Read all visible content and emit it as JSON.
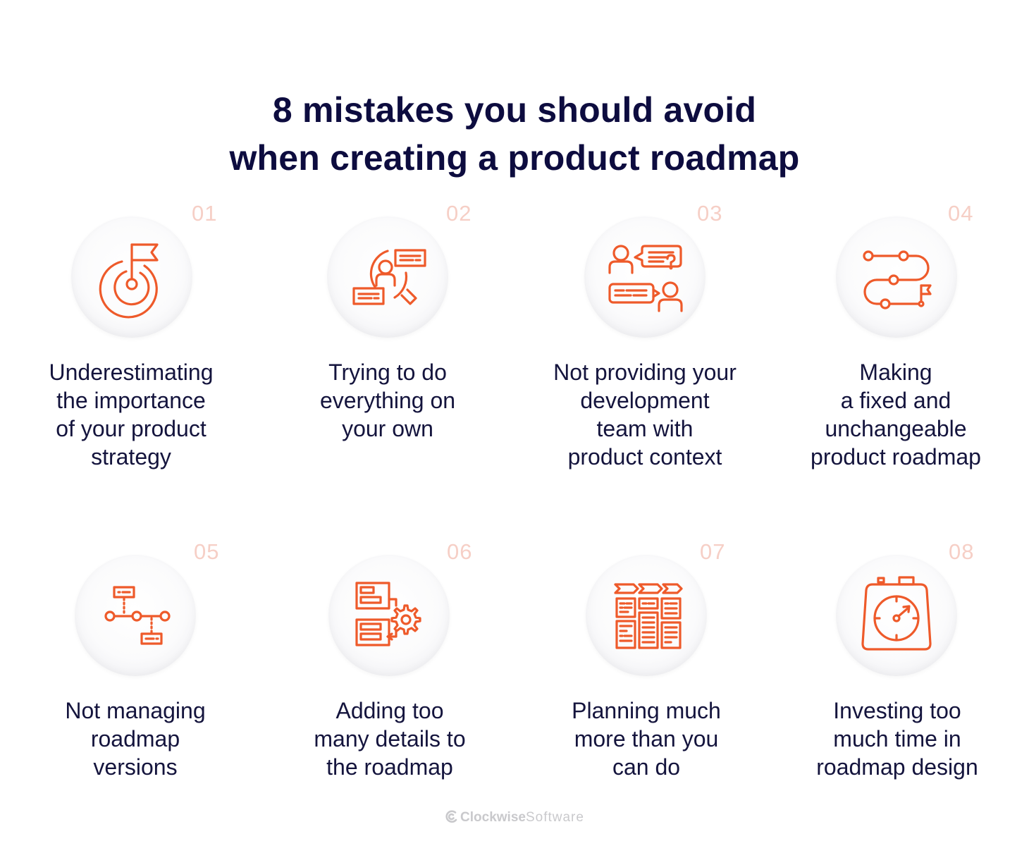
{
  "title": {
    "line1": "8 mistakes you should avoid",
    "line2": "when creating a product roadmap"
  },
  "colors": {
    "title": "#0d0c3f",
    "icon": "#ee5a2a",
    "number": "#f6cfc6",
    "label": "#14143d",
    "footer": "#c9c9cc"
  },
  "mistakes": [
    {
      "number": "01",
      "icon": "target-flag-icon",
      "lines": [
        "Underestimating",
        "the importance",
        "of your product",
        "strategy"
      ]
    },
    {
      "number": "02",
      "icon": "person-search-icon",
      "lines": [
        "Trying to do",
        "everything on",
        "your own"
      ]
    },
    {
      "number": "03",
      "icon": "conversation-icon",
      "lines": [
        "Not providing your",
        "development",
        "team with",
        "product context"
      ]
    },
    {
      "number": "04",
      "icon": "winding-path-icon",
      "lines": [
        "Making",
        "a fixed and",
        "unchangeable",
        "product roadmap"
      ]
    },
    {
      "number": "05",
      "icon": "timeline-versions-icon",
      "lines": [
        "Not managing",
        "roadmap",
        "versions"
      ]
    },
    {
      "number": "06",
      "icon": "documents-gear-icon",
      "lines": [
        "Adding too",
        "many details to",
        "the roadmap"
      ]
    },
    {
      "number": "07",
      "icon": "kanban-board-icon",
      "lines": [
        "Planning much",
        "more than you",
        "can do"
      ]
    },
    {
      "number": "08",
      "icon": "stopwatch-icon",
      "lines": [
        "Investing too",
        "much time in",
        "roadmap design"
      ]
    }
  ],
  "footer": {
    "brand_bold": "Clockwise",
    "brand_light": "Software"
  }
}
